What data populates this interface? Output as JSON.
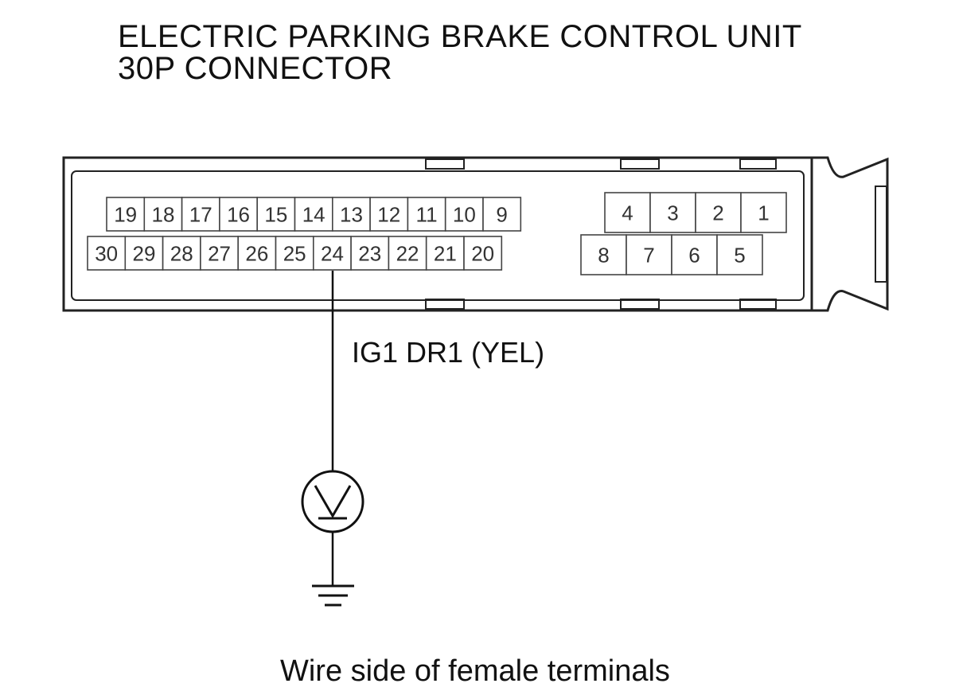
{
  "title": {
    "line1": "ELECTRIC PARKING BRAKE CONTROL UNIT",
    "line2": "30P CONNECTOR"
  },
  "connector": {
    "left_top_row": [
      "19",
      "18",
      "17",
      "16",
      "15",
      "14",
      "13",
      "12",
      "11",
      "10",
      "9"
    ],
    "left_bottom_row": [
      "30",
      "29",
      "28",
      "27",
      "26",
      "25",
      "24",
      "23",
      "22",
      "21",
      "20"
    ],
    "right_top_row": [
      "4",
      "3",
      "2",
      "1"
    ],
    "right_bottom_row": [
      "8",
      "7",
      "6",
      "5"
    ]
  },
  "wire": {
    "terminal": "24",
    "label": "IG1 DR1 (YEL)"
  },
  "meter": {
    "icon": "voltmeter-icon",
    "symbol": "V"
  },
  "ground": {
    "icon": "ground-icon"
  },
  "caption": "Wire side of female terminals"
}
